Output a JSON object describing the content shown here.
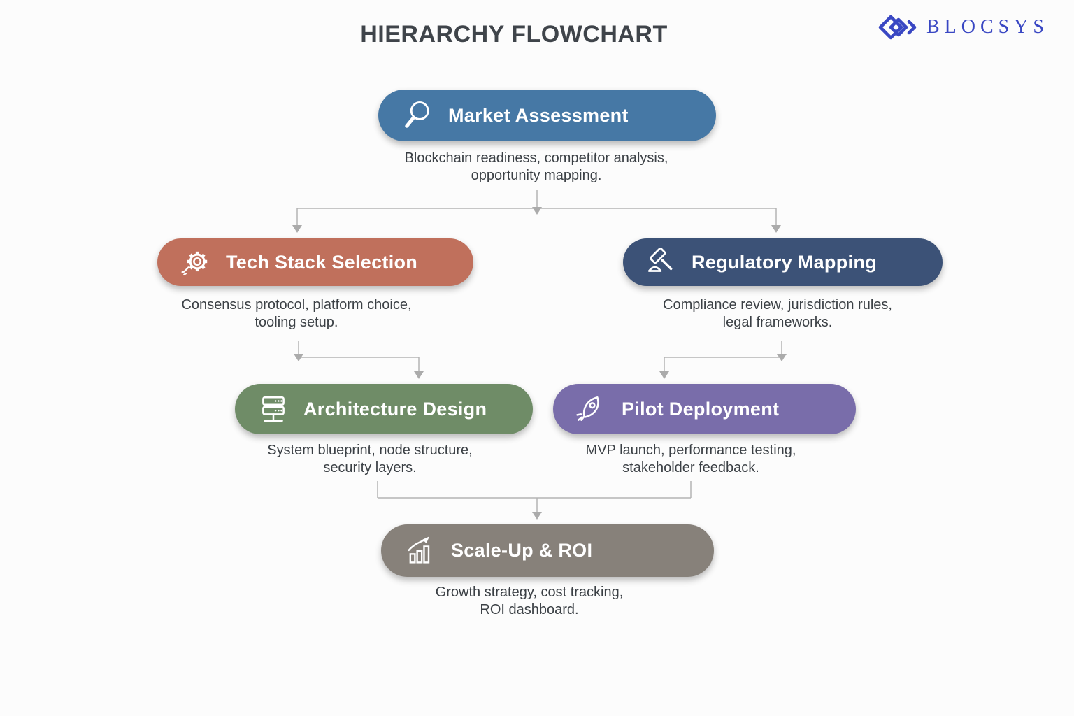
{
  "header": {
    "title": "HIERARCHY FLOWCHART",
    "logo": {
      "text": "BLOCSYS",
      "color": "#3947c3",
      "icon": "blocsys-diamonds-icon"
    }
  },
  "connector_color": "#b4b4b4",
  "nodes": [
    {
      "id": "market-assessment",
      "label": "Market Assessment",
      "icon": "magnifier-icon",
      "color": "#4678a5",
      "caption": [
        "Blockchain readiness, competitor analysis,",
        "opportunity mapping."
      ]
    },
    {
      "id": "tech-stack-selection",
      "label": "Tech Stack Selection",
      "icon": "gear-icon",
      "color": "#c0705c",
      "caption": [
        "Consensus protocol, platform choice,",
        "tooling setup."
      ]
    },
    {
      "id": "regulatory-mapping",
      "label": "Regulatory Mapping",
      "icon": "gavel-icon",
      "color": "#3c5277",
      "caption": [
        "Compliance review, jurisdiction rules,",
        "legal frameworks."
      ]
    },
    {
      "id": "architecture-design",
      "label": "Architecture Design",
      "icon": "server-icon",
      "color": "#6f8c67",
      "caption": [
        "System blueprint, node structure,",
        "security layers."
      ]
    },
    {
      "id": "pilot-deployment",
      "label": "Pilot Deployment",
      "icon": "rocket-icon",
      "color": "#796daa",
      "caption": [
        "MVP launch, performance testing,",
        "stakeholder feedback."
      ]
    },
    {
      "id": "scale-up-roi",
      "label": "Scale-Up & ROI",
      "icon": "growth-chart-icon",
      "color": "#87817a",
      "caption": [
        "Growth strategy, cost tracking,",
        "ROI dashboard."
      ]
    }
  ]
}
